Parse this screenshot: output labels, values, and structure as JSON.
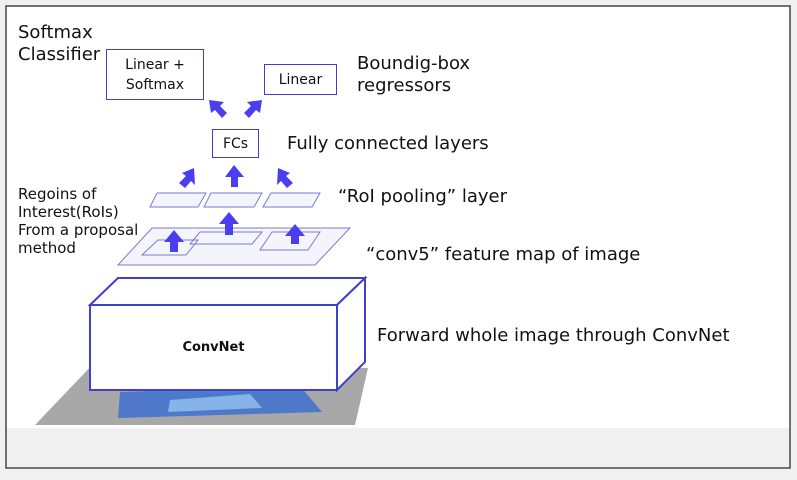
{
  "diagram": {
    "softmax_classifier": "Softmax\nClassifier",
    "linear_softmax_box": "Linear +\nSoftmax",
    "linear_box": "Linear",
    "bbox_regressors": "Boundig-box\nregressors",
    "fcs_box": "FCs",
    "fully_connected_layers": "Fully connected layers",
    "rois_label": "Regoins of\nInterest(RoIs)\nFrom a proposal\nmethod",
    "roi_pooling_layer": "“RoI pooling” layer",
    "conv5_feature_map": "“conv5” feature map of image",
    "convnet_box": "ConvNet",
    "forward_image": "Forward whole image through ConvNet"
  },
  "colors": {
    "outline": "#4040cc",
    "arrow": "#4a3ef0",
    "background": "#ffffff",
    "footer": "#f0f0f0"
  }
}
